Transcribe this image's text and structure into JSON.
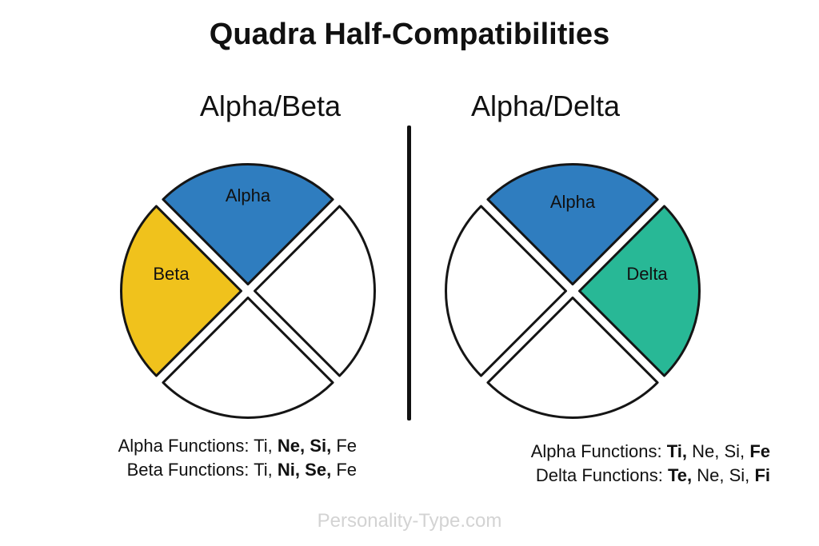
{
  "title": "Quadra Half-Compatibilities",
  "colors": {
    "alpha": "#2f7dbf",
    "beta": "#f0c21c",
    "delta": "#28b896",
    "blank": "#ffffff",
    "outline": "#151515"
  },
  "panels": [
    {
      "heading": "Alpha/Beta",
      "quadrants": {
        "top": "Alpha",
        "left": "Beta",
        "right": "",
        "bottom": ""
      },
      "fills": {
        "top": "alpha",
        "left": "beta",
        "right": "blank",
        "bottom": "blank"
      },
      "functions": [
        {
          "label": "Alpha Functions:",
          "items": [
            {
              "text": "Ti",
              "bold": false
            },
            {
              "text": "Ne",
              "bold": true
            },
            {
              "text": "Si",
              "bold": true
            },
            {
              "text": "Fe",
              "bold": false
            }
          ]
        },
        {
          "label": "Beta Functions:",
          "items": [
            {
              "text": "Ti",
              "bold": false
            },
            {
              "text": "Ni",
              "bold": true
            },
            {
              "text": "Se",
              "bold": true
            },
            {
              "text": "Fe",
              "bold": false
            }
          ]
        }
      ]
    },
    {
      "heading": "Alpha/Delta",
      "quadrants": {
        "top": "Alpha",
        "left": "",
        "right": "Delta",
        "bottom": ""
      },
      "fills": {
        "top": "alpha",
        "left": "blank",
        "right": "delta",
        "bottom": "blank"
      },
      "functions": [
        {
          "label": "Alpha Functions:",
          "items": [
            {
              "text": "Ti",
              "bold": true
            },
            {
              "text": "Ne",
              "bold": false
            },
            {
              "text": "Si",
              "bold": false
            },
            {
              "text": "Fe",
              "bold": true
            }
          ]
        },
        {
          "label": "Delta Functions:",
          "items": [
            {
              "text": "Te",
              "bold": true
            },
            {
              "text": "Ne",
              "bold": false
            },
            {
              "text": "Si",
              "bold": false
            },
            {
              "text": "Fi",
              "bold": true
            }
          ]
        }
      ]
    }
  ],
  "watermark": "Personality-Type.com"
}
